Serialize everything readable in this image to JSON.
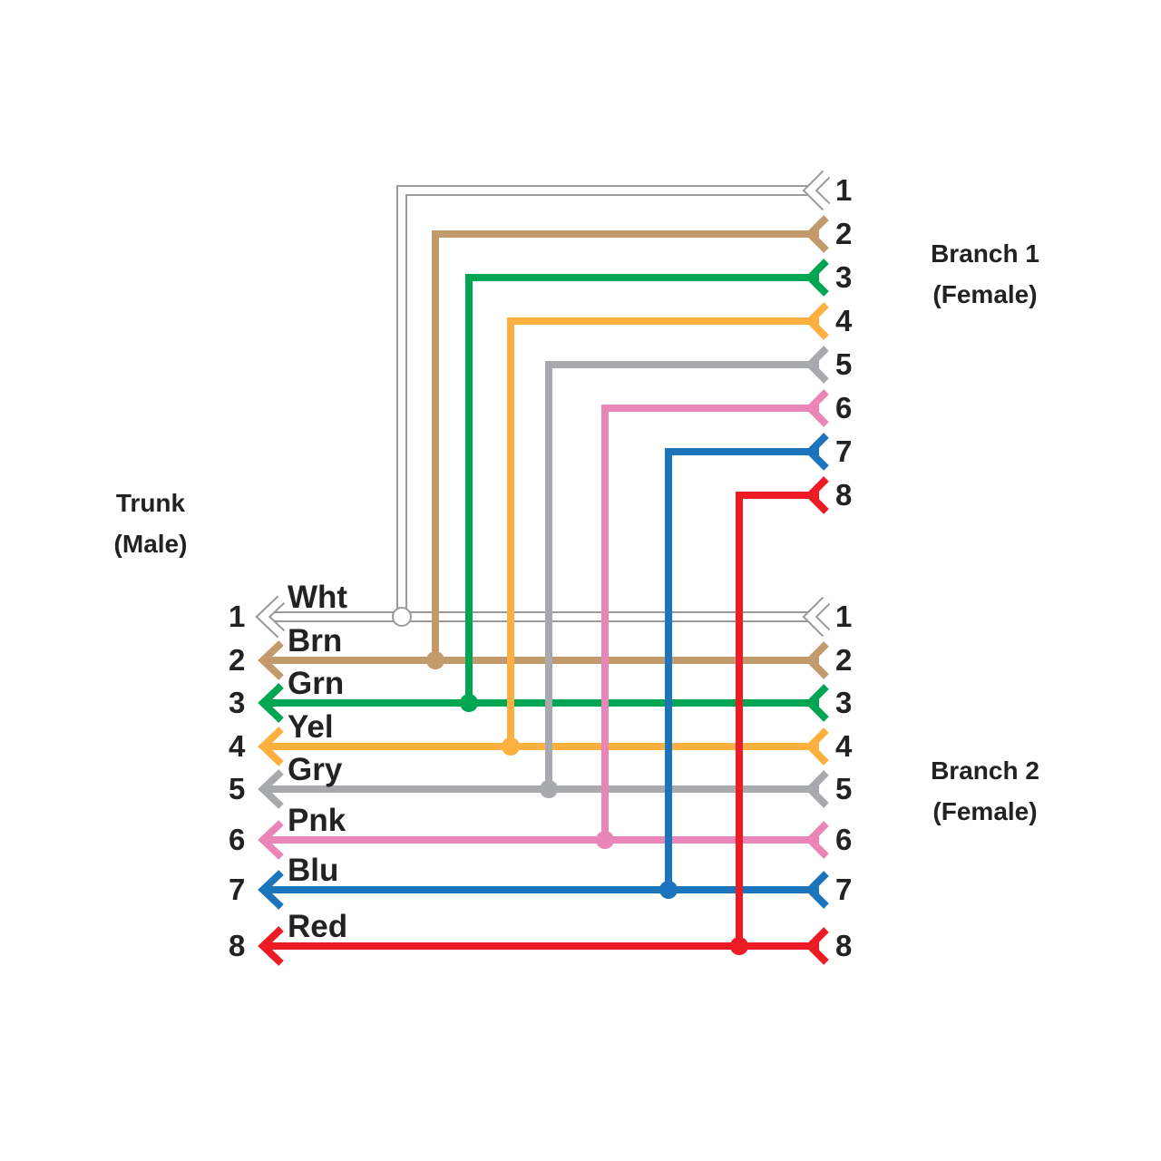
{
  "trunk": {
    "title": "Trunk",
    "subtitle": "(Male)"
  },
  "branch1": {
    "title": "Branch 1",
    "subtitle": "(Female)"
  },
  "branch2": {
    "title": "Branch 2",
    "subtitle": "(Female)"
  },
  "wires": [
    {
      "pin": "1",
      "name": "Wht",
      "color": "#ffffff",
      "outline": "#9a9a9a"
    },
    {
      "pin": "2",
      "name": "Brn",
      "color": "#c29a6b"
    },
    {
      "pin": "3",
      "name": "Grn",
      "color": "#00a651"
    },
    {
      "pin": "4",
      "name": "Yel",
      "color": "#fbb040"
    },
    {
      "pin": "5",
      "name": "Gry",
      "color": "#a7a9ac"
    },
    {
      "pin": "6",
      "name": "Pnk",
      "color": "#ea85b8"
    },
    {
      "pin": "7",
      "name": "Blu",
      "color": "#1c75bc"
    },
    {
      "pin": "8",
      "name": "Red",
      "color": "#ed1c24"
    }
  ]
}
